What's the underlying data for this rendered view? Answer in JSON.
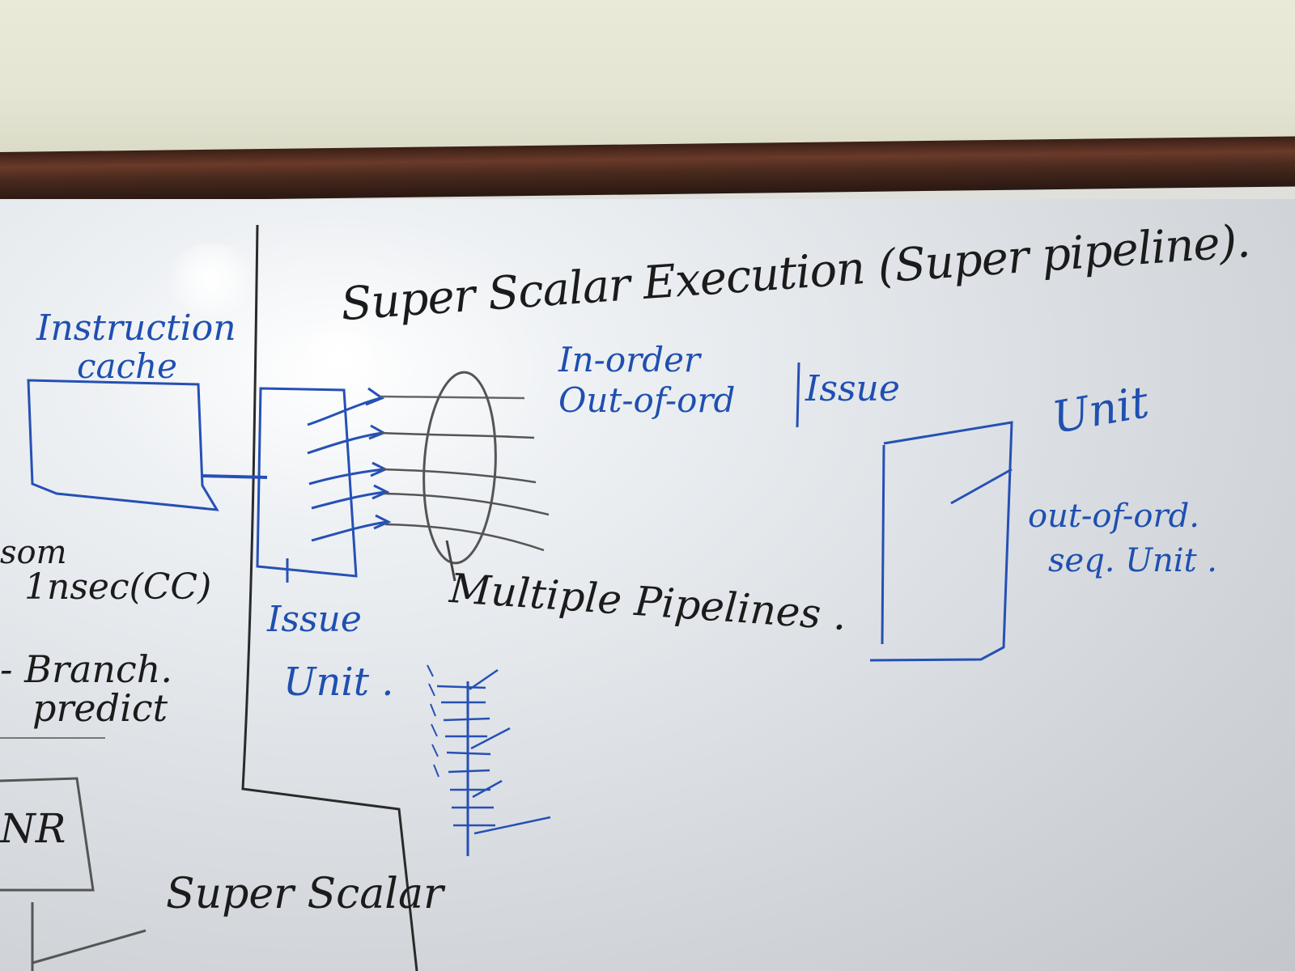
{
  "board": {
    "title": "Super Scalar Execution (Super pipeline).",
    "instruction_cache_label": [
      "Instruction",
      "cache"
    ],
    "issue_unit_label": [
      "Issue",
      "Unit ."
    ],
    "order_labels": [
      "In-order",
      "Out-of-ord"
    ],
    "issue_label": "Issue",
    "multiple_pipelines_label": "Multiple Pipelines .",
    "unit_label": "Unit",
    "out_of_order_label": "out-of-ord.",
    "seq_unit_label": "seq. Unit .",
    "left_edge_fragments": [
      "som",
      "1nsec(CC)",
      "- Branch.",
      "predict",
      "NR",
      "Super Scalar"
    ]
  },
  "colors": {
    "black_marker": "#1b1b1b",
    "blue_marker": "#1f4fb0",
    "board": "#dfe3e7",
    "frame": "#4a2a1e",
    "wall": "#e6e7d4"
  }
}
